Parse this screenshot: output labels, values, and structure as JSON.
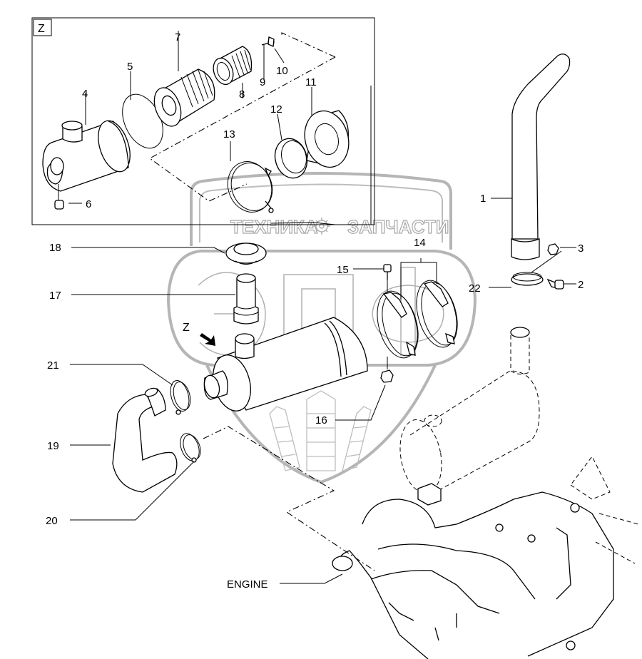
{
  "diagram": {
    "type": "exploded-parts-diagram",
    "subject": "Air cleaner and exhaust system",
    "detail_view": {
      "label": "Z",
      "view_arrow_label": "Z"
    },
    "callouts": [
      {
        "id": "1",
        "part": "exhaust pipe (stack)"
      },
      {
        "id": "2",
        "part": "bolt"
      },
      {
        "id": "3",
        "part": "nut"
      },
      {
        "id": "4",
        "part": "air cleaner housing"
      },
      {
        "id": "5",
        "part": "O-ring"
      },
      {
        "id": "6",
        "part": "valve / cap"
      },
      {
        "id": "7",
        "part": "outer filter element"
      },
      {
        "id": "8",
        "part": "inner filter element"
      },
      {
        "id": "9",
        "part": "wing bolt"
      },
      {
        "id": "10",
        "part": "wing nut"
      },
      {
        "id": "11",
        "part": "cover"
      },
      {
        "id": "12",
        "part": "seal ring"
      },
      {
        "id": "13",
        "part": "band clamp"
      },
      {
        "id": "14",
        "part": "mounting bands"
      },
      {
        "id": "15",
        "part": "bolt"
      },
      {
        "id": "16",
        "part": "nut"
      },
      {
        "id": "17",
        "part": "connector pipe"
      },
      {
        "id": "18",
        "part": "rain cap"
      },
      {
        "id": "19",
        "part": "intake hose"
      },
      {
        "id": "20",
        "part": "hose clamp"
      },
      {
        "id": "21",
        "part": "hose clamp"
      },
      {
        "id": "22",
        "part": "clamp"
      }
    ],
    "engine_label": "ENGINE"
  },
  "watermark": {
    "top_text_left": "ТЕХНИКА",
    "top_text_right": "ЗАПЧАСТИ",
    "logo_letters": "эпф",
    "gear_icon": "gear-icon"
  }
}
